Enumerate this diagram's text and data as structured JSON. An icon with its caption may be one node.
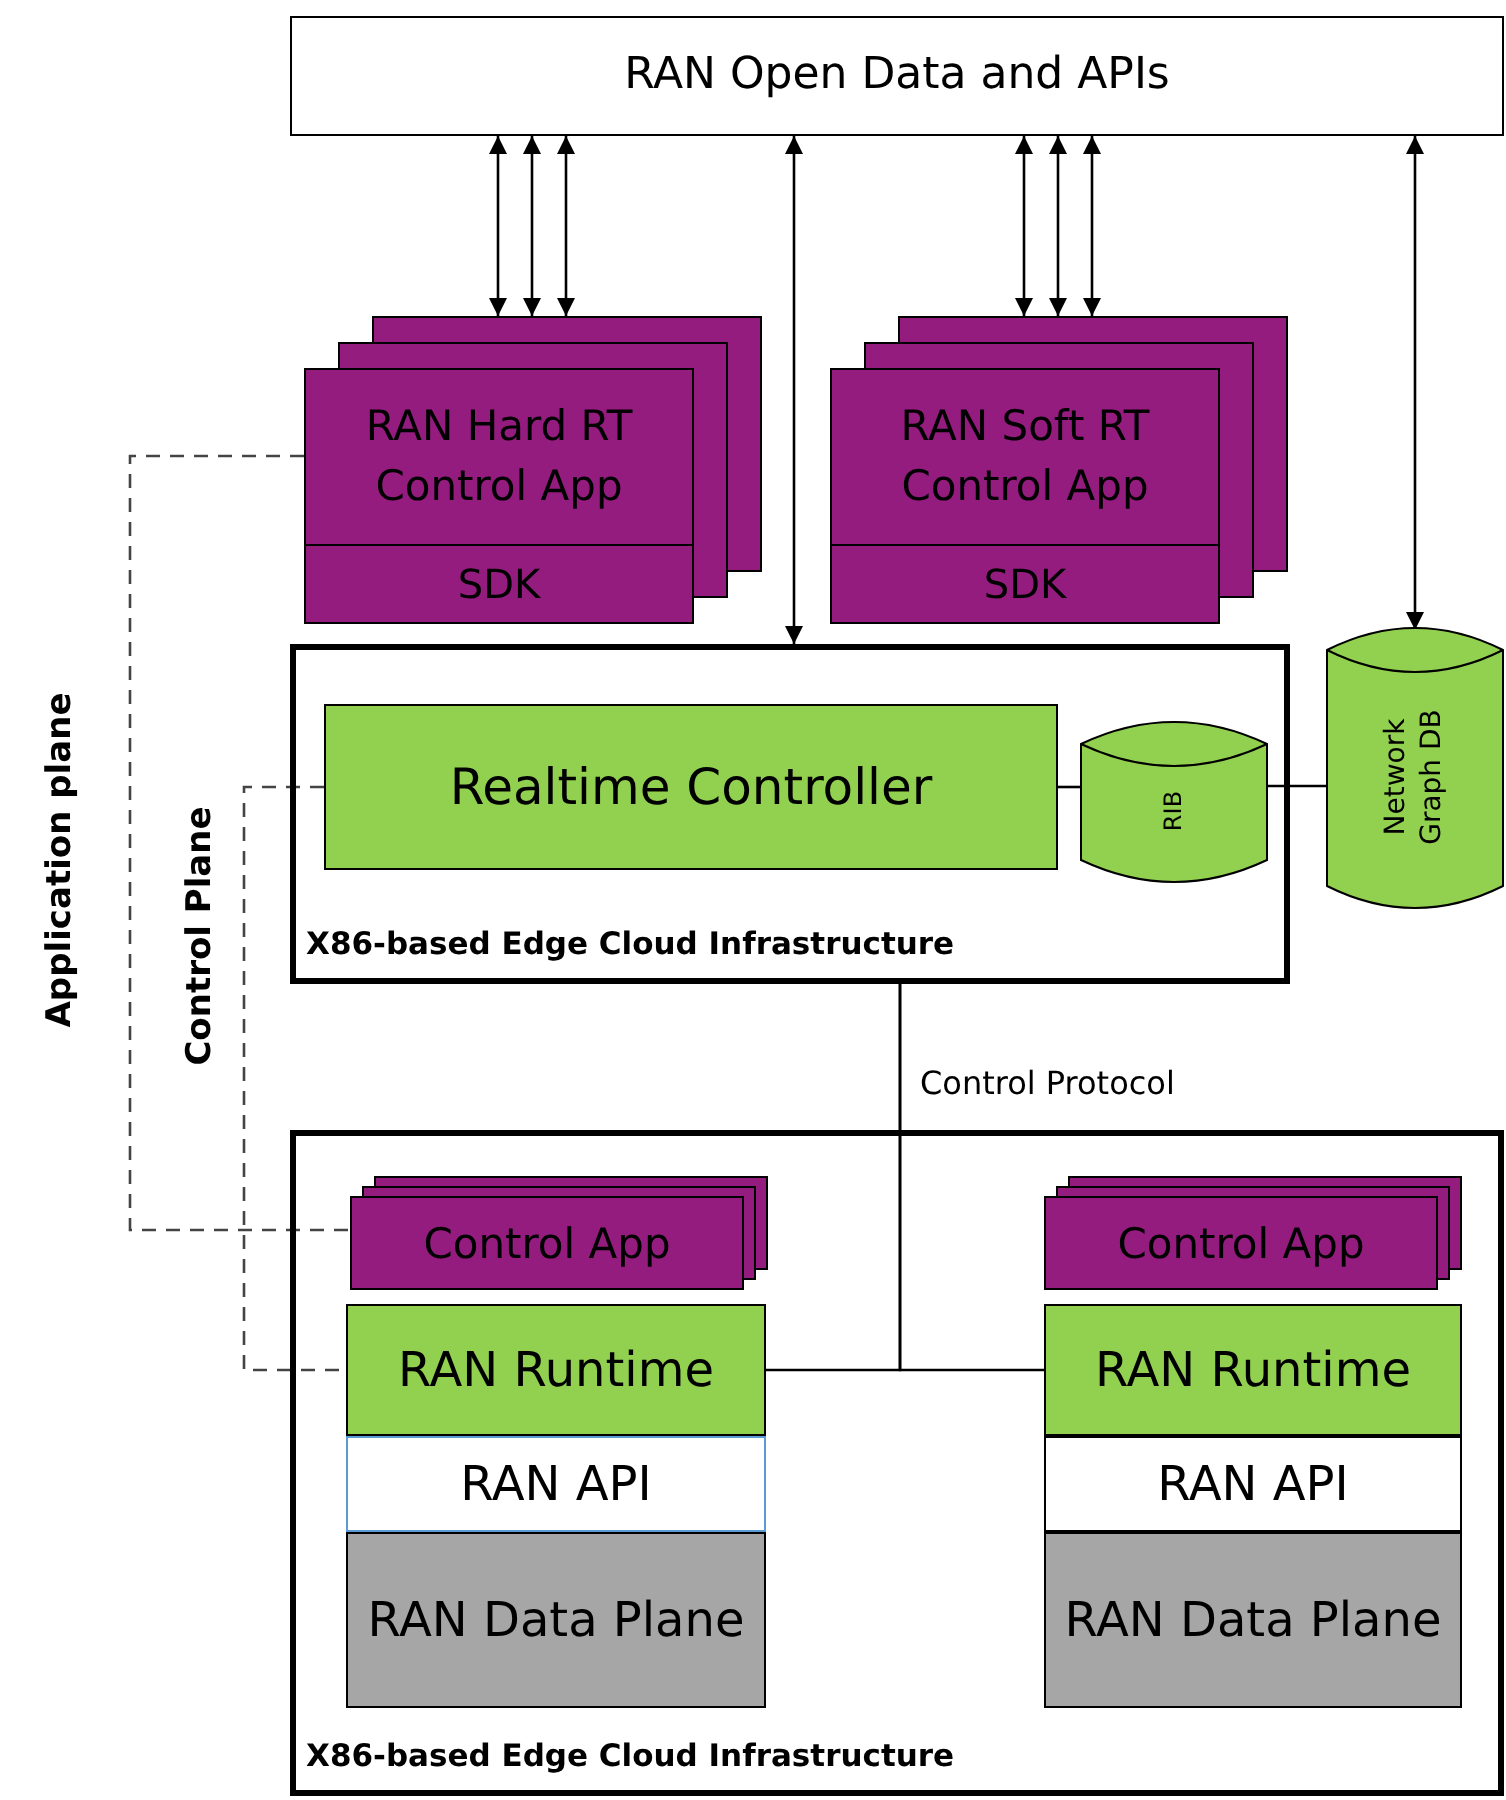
{
  "diagram": {
    "nodes": [
      {
        "text": [
          "RAN Open Data and APIs"
        ]
      },
      {
        "text": [
          "RAN Hard RT Control App",
          "SDK"
        ]
      },
      {
        "text": [
          "RAN Soft RT Control App",
          "SDK"
        ]
      },
      {
        "text": [
          "X86-based Edge Cloud Infrastructure"
        ]
      },
      {
        "text": [
          "Realtime Controller"
        ],
        "in": 3
      },
      {
        "text": [
          "RIB"
        ],
        "in": 3
      },
      {
        "text": [
          "Network Graph DB"
        ]
      },
      {
        "text": [
          "X86-based Edge Cloud Infrastructure"
        ]
      },
      {
        "text": [
          "Control App"
        ],
        "in": 7
      },
      {
        "text": [
          "RAN Runtime"
        ],
        "in": 7
      },
      {
        "text": [
          "RAN API"
        ],
        "in": 7
      },
      {
        "text": [
          "RAN Data Plane"
        ],
        "in": 7
      },
      {
        "text": [
          "Control App"
        ],
        "in": 7
      },
      {
        "text": [
          "RAN Runtime"
        ],
        "in": 7
      },
      {
        "text": [
          "RAN API"
        ],
        "in": 7
      },
      {
        "text": [
          "RAN Data Plane"
        ],
        "in": 7
      }
    ],
    "edges": [
      {
        "from": 0,
        "to": 1,
        "arrow": "both"
      },
      {
        "from": 0,
        "to": 1,
        "arrow": "both"
      },
      {
        "from": 0,
        "to": 1,
        "arrow": "both"
      },
      {
        "from": 0,
        "to": 2,
        "arrow": "both"
      },
      {
        "from": 0,
        "to": 2,
        "arrow": "both"
      },
      {
        "from": 0,
        "to": 2,
        "arrow": "both"
      },
      {
        "from": 0,
        "to": 3,
        "arrow": "both"
      },
      {
        "from": 0,
        "to": 6,
        "arrow": "both"
      },
      {
        "from": 4,
        "to": 5,
        "arrow": "none"
      },
      {
        "from": 5,
        "to": 6,
        "arrow": "none"
      },
      {
        "from": 3,
        "to": 9,
        "arrow": "none",
        "label": "Control Protocol"
      },
      {
        "from": 3,
        "to": 13,
        "arrow": "none"
      },
      {
        "from": 1,
        "to": 8,
        "arrow": "none",
        "style": "dashed",
        "label": "Application plane"
      },
      {
        "from": 4,
        "to": 9,
        "arrow": "none",
        "style": "dashed",
        "label": "Control Plane"
      }
    ]
  }
}
